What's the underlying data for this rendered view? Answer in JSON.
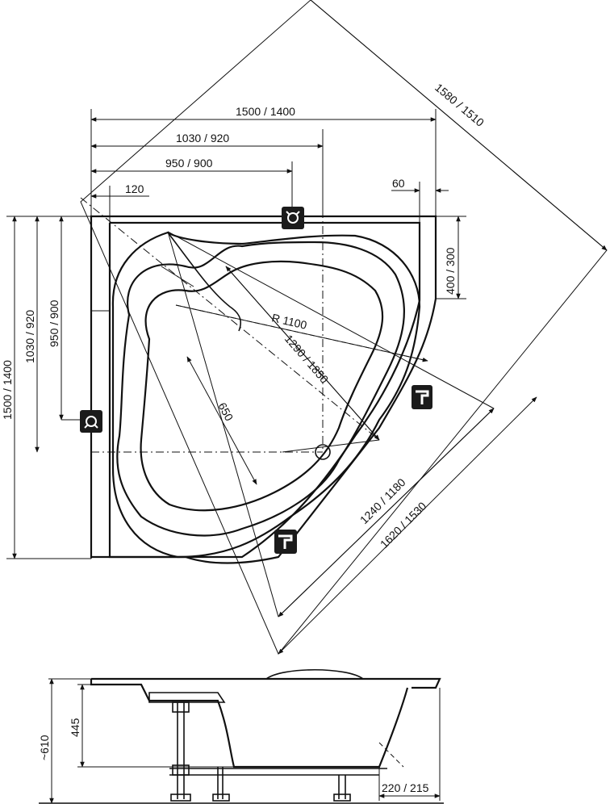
{
  "plan": {
    "dims": {
      "width_top": "1500 / 1400",
      "to_drain": "1030 / 920",
      "to_valve": "950 / 900",
      "offset": "120",
      "right_offset": "60",
      "right_small": "400 / 300",
      "diagonal_outer": "1580 / 1510",
      "radius": "R 1100",
      "inner_diag": "1290 / 1850",
      "inner_basin": "650",
      "diag_1240": "1240 / 1180",
      "diag_1620": "1620 / 1530",
      "height_left": "1500 / 1400",
      "height_1030": "1030 / 920",
      "height_950": "950 / 900"
    }
  },
  "section": {
    "dims": {
      "total_height": "~610",
      "inner_height": "445",
      "bottom_offset": "220 / 215"
    }
  },
  "icons": {
    "valve_top": "overflow-valve-icon",
    "valve_left": "overflow-valve-icon",
    "faucet_right": "faucet-icon",
    "faucet_bottom": "faucet-icon"
  }
}
